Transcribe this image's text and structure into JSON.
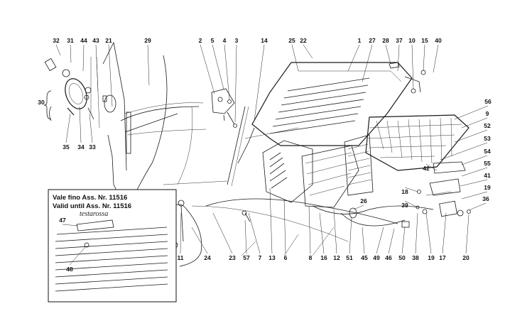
{
  "inset": {
    "line1": "Vale fino Ass. Nr. 11516",
    "line2": "Valid until Ass. Nr. 11516",
    "badge_text": "testarossa"
  },
  "callouts": [
    "32",
    "31",
    "44",
    "43",
    "21",
    "29",
    "30",
    "35",
    "34",
    "33",
    "2",
    "5",
    "4",
    "3",
    "14",
    "25",
    "22",
    "1",
    "27",
    "28",
    "37",
    "10",
    "15",
    "40",
    "56",
    "9",
    "52",
    "53",
    "54",
    "55",
    "41",
    "19",
    "18",
    "39",
    "42",
    "36",
    "11",
    "24",
    "23",
    "57",
    "7",
    "13",
    "6",
    "8",
    "16",
    "12",
    "51",
    "26",
    "45",
    "49",
    "46",
    "50",
    "38",
    "17",
    "20",
    "47",
    "48"
  ]
}
